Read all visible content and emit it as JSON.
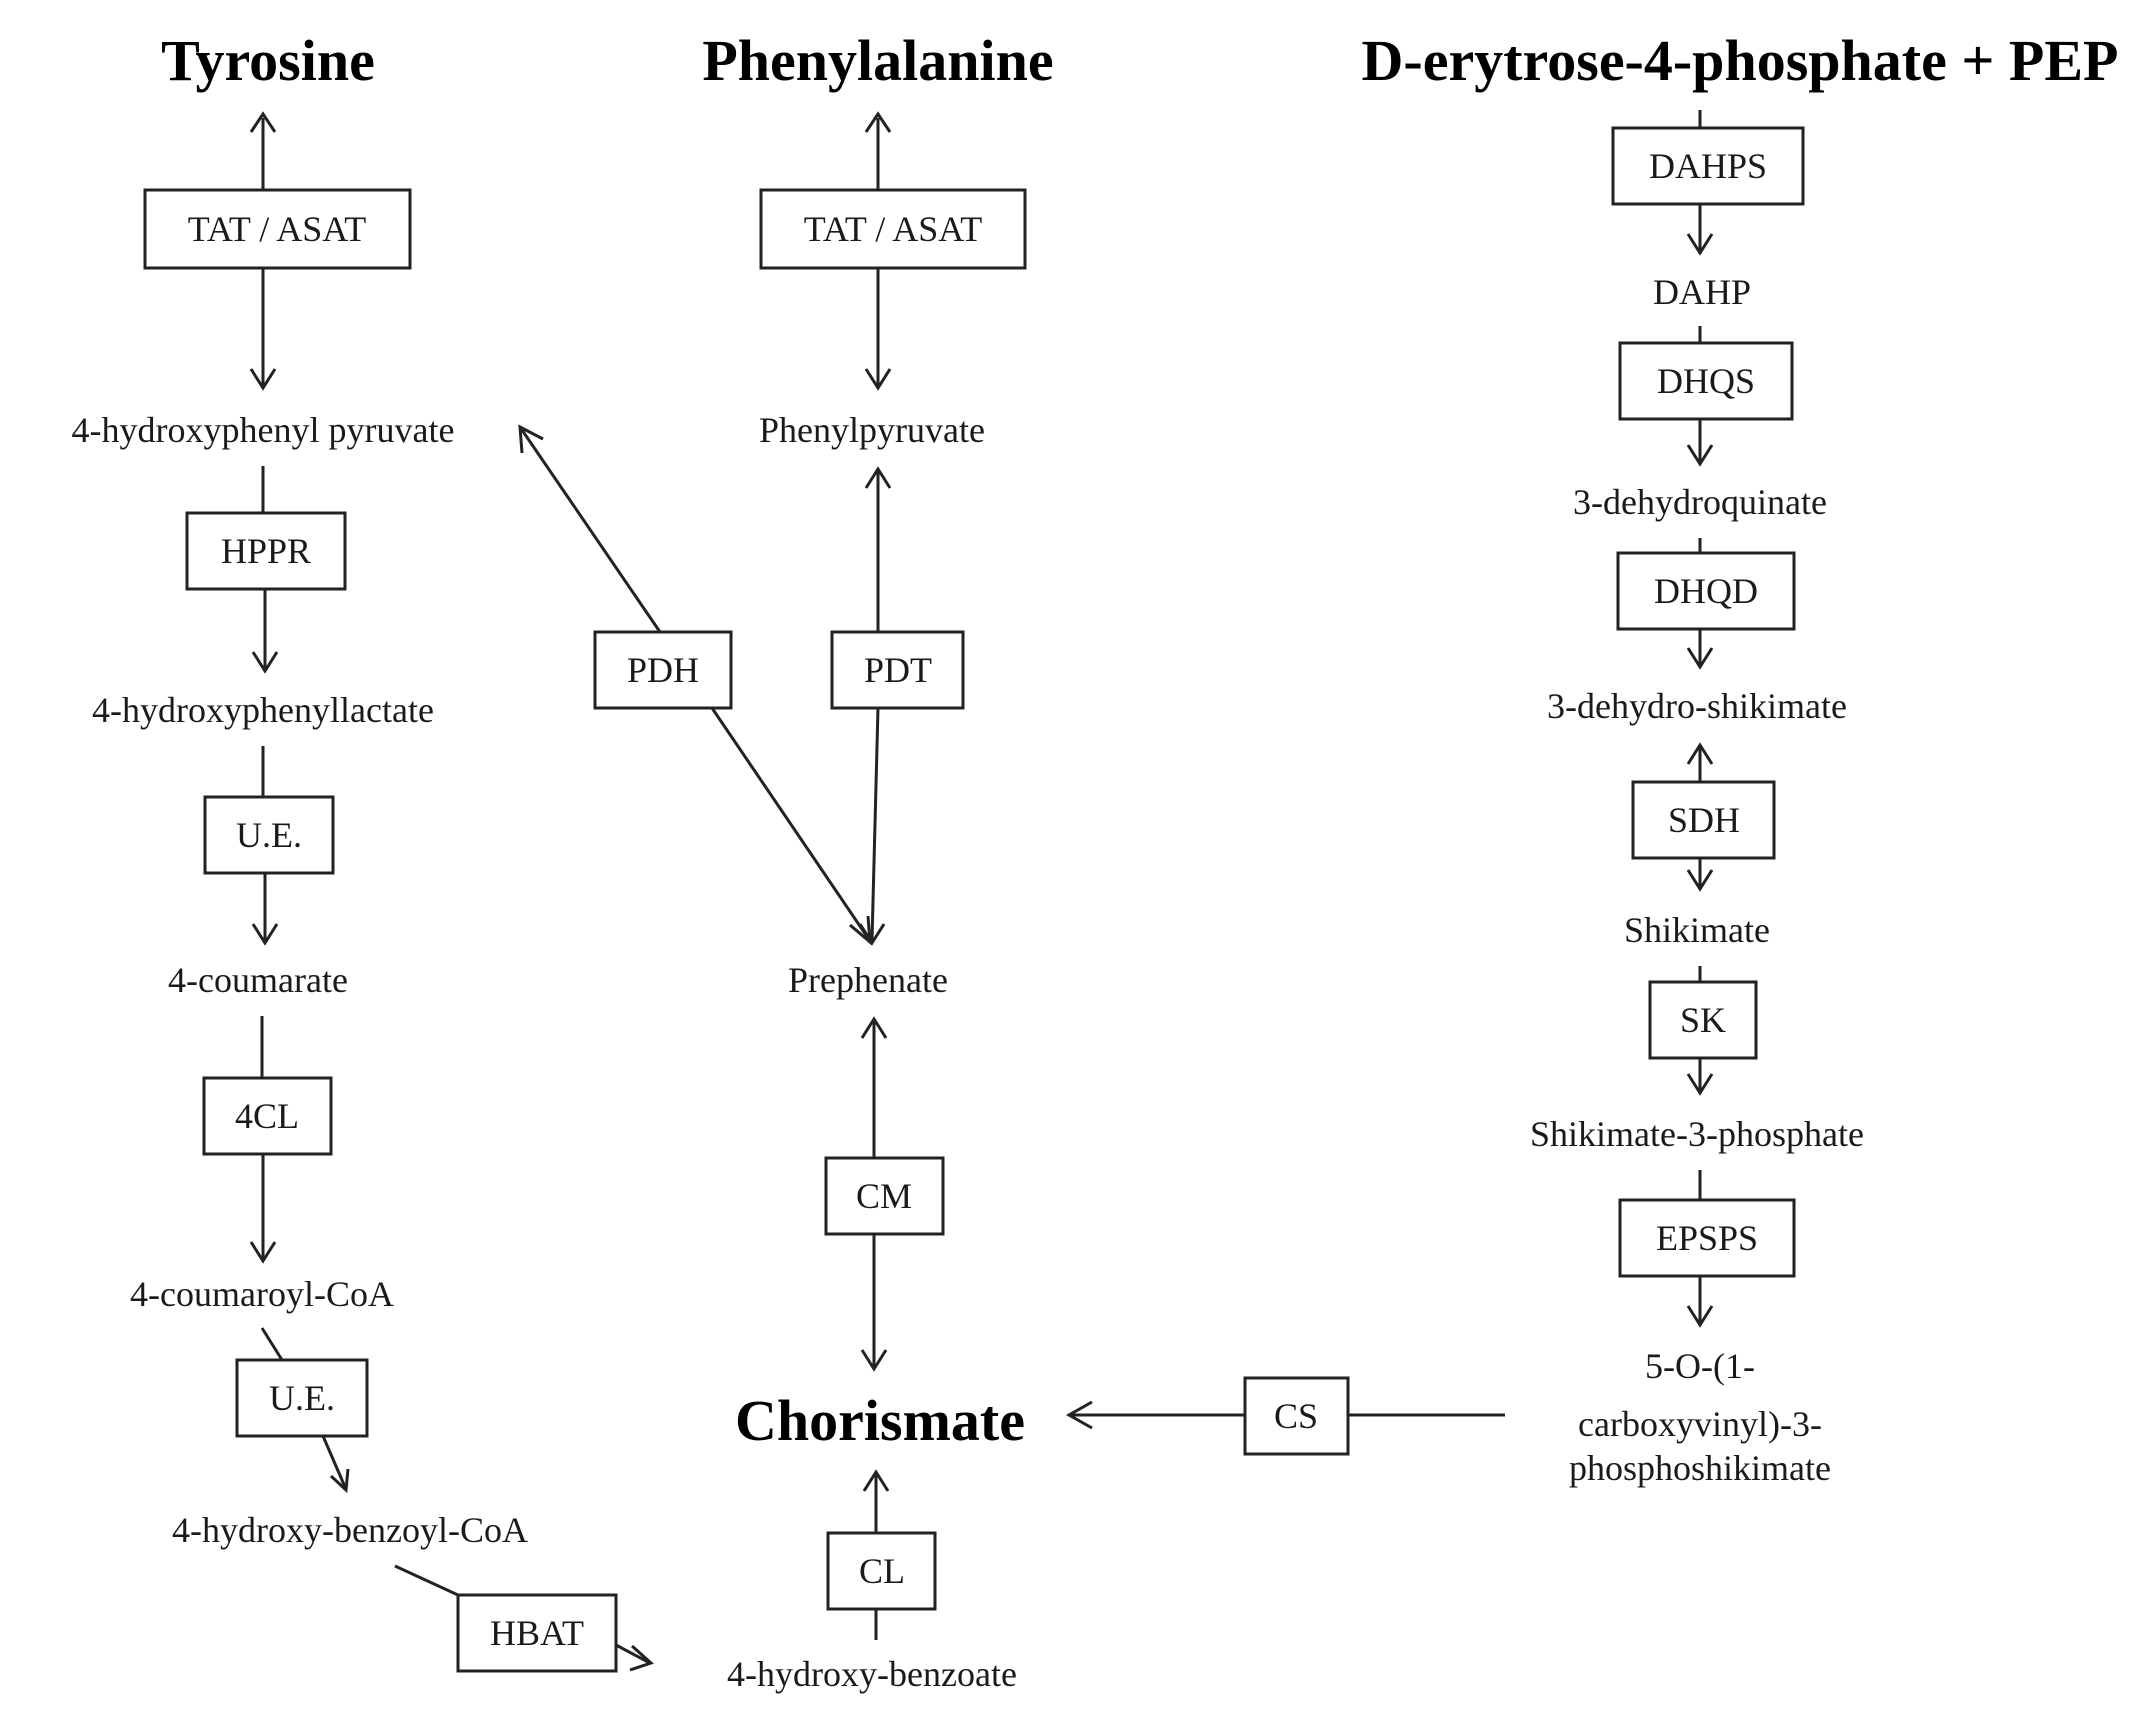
{
  "titles": {
    "tyrosine": "Tyrosine",
    "phenylalanine": "Phenylalanine",
    "precursors": "D-erytrose-4-phosphate + PEP"
  },
  "metabolites": {
    "hydroxyphenyl_pyruvate": "4-hydroxyphenyl pyruvate",
    "hydroxyphenyllactate": "4-hydroxyphenyllactate",
    "coumarate": "4-coumarate",
    "coumaroyl_coa": "4-coumaroyl-CoA",
    "hydroxy_benzoyl_coa": "4-hydroxy-benzoyl-CoA",
    "hydroxy_benzoate": "4-hydroxy-benzoate",
    "phenylpyruvate": "Phenylpyruvate",
    "prephenate": "Prephenate",
    "chorismate": "Chorismate",
    "dahp": "DAHP",
    "dehydroquinate": "3-dehydroquinate",
    "dehydro_shikimate": "3-dehydro-shikimate",
    "shikimate": "Shikimate",
    "shikimate_3_phosphate": "Shikimate-3-phosphate",
    "epsp_line1": "5-O-(1-",
    "epsp_line2": "carboxyvinyl)-3-",
    "epsp_line3": "phosphoshikimate"
  },
  "enzymes": {
    "tat_asat_tyr": "TAT / ASAT",
    "tat_asat_phe": "TAT / ASAT",
    "hppr": "HPPR",
    "ue1": "U.E.",
    "fourcl": "4CL",
    "ue2": "U.E.",
    "hbat": "HBAT",
    "pdh": "PDH",
    "pdt": "PDT",
    "cm": "CM",
    "cl": "CL",
    "cs": "CS",
    "dahps": "DAHPS",
    "dhqs": "DHQS",
    "dhqd": "DHQD",
    "sdh": "SDH",
    "sk": "SK",
    "epsps": "EPSPS"
  }
}
